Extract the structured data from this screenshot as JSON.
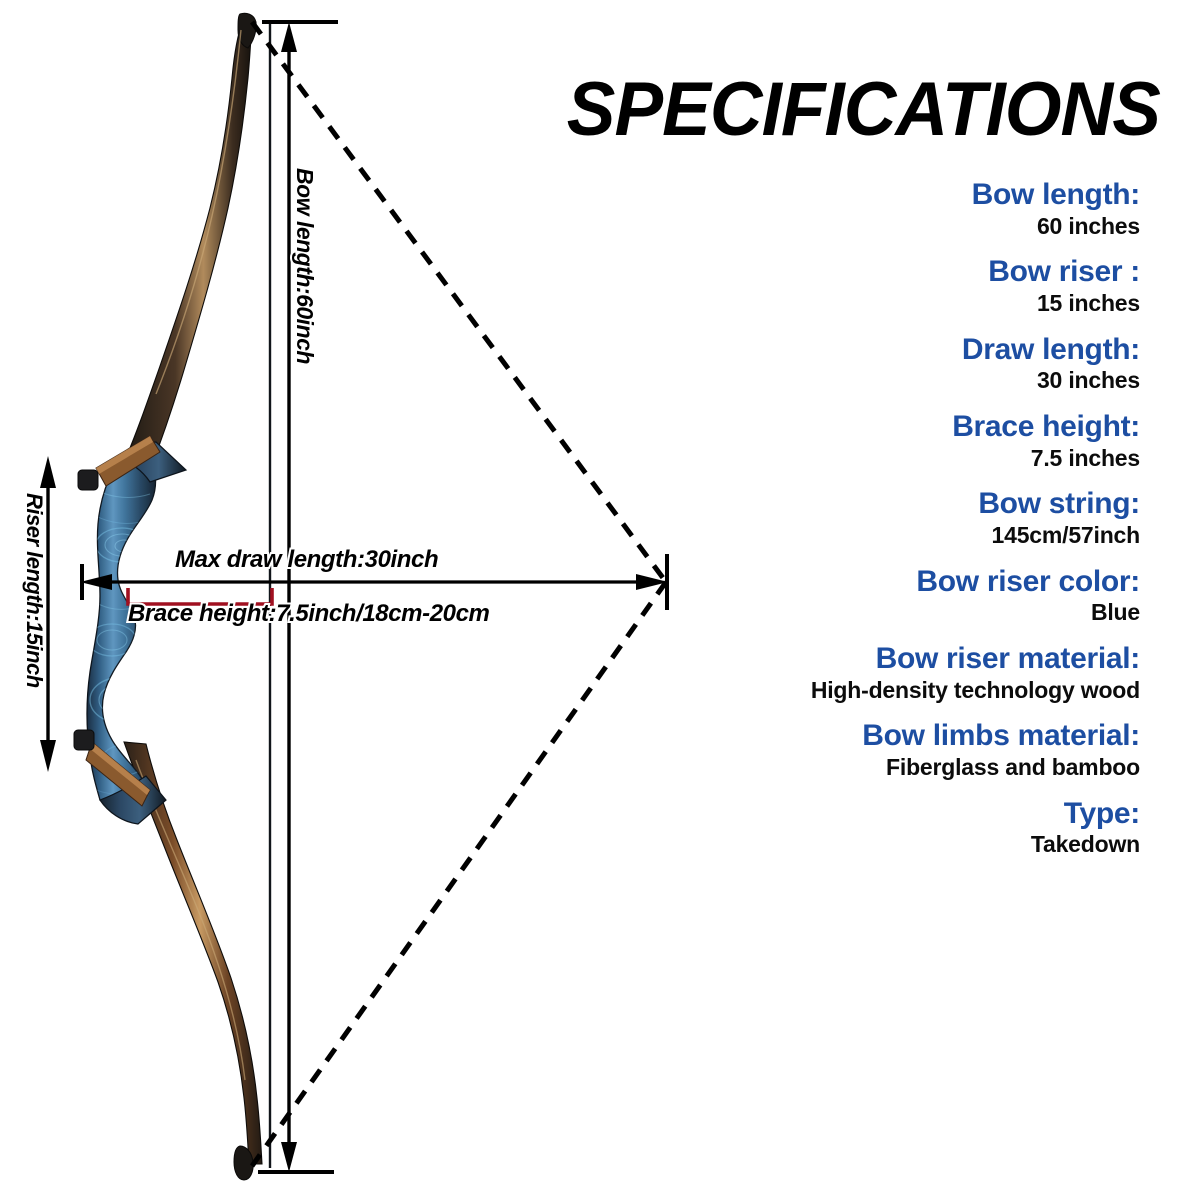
{
  "header": {
    "title": "SPECIFICATIONS"
  },
  "colors": {
    "label_blue": "#1d4ea2",
    "value_black": "#0c0c0c",
    "bracket_red": "#a01020",
    "background": "#ffffff",
    "riser_blue": "#2d4a68",
    "limb_brown": "#6b4426"
  },
  "specs": [
    {
      "label": "Bow length:",
      "value": "60 inches"
    },
    {
      "label": "Bow riser :",
      "value": "15 inches"
    },
    {
      "label": "Draw length:",
      "value": "30 inches"
    },
    {
      "label": "Brace height:",
      "value": "7.5 inches"
    },
    {
      "label": "Bow string:",
      "value": "145cm/57inch"
    },
    {
      "label": "Bow riser color:",
      "value": "Blue"
    },
    {
      "label": "Bow riser material:",
      "value": "High-density technology wood"
    },
    {
      "label": "Bow limbs material:",
      "value": "Fiberglass and bamboo"
    },
    {
      "label": "Type:",
      "value": "Takedown"
    }
  ],
  "diagram": {
    "labels": {
      "bow_length": "Bow length:60inch",
      "riser_length": "Riser length:15inch",
      "max_draw_length": "Max draw length:30inch",
      "brace_height": "Brace height:7.5inch/18cm-20cm"
    },
    "annotations": {
      "bow_length_dimension": "60inch",
      "riser_length_dimension": "15inch",
      "max_draw_dimension": "30inch",
      "brace_height_dimension": "7.5inch/18cm-20cm"
    }
  }
}
